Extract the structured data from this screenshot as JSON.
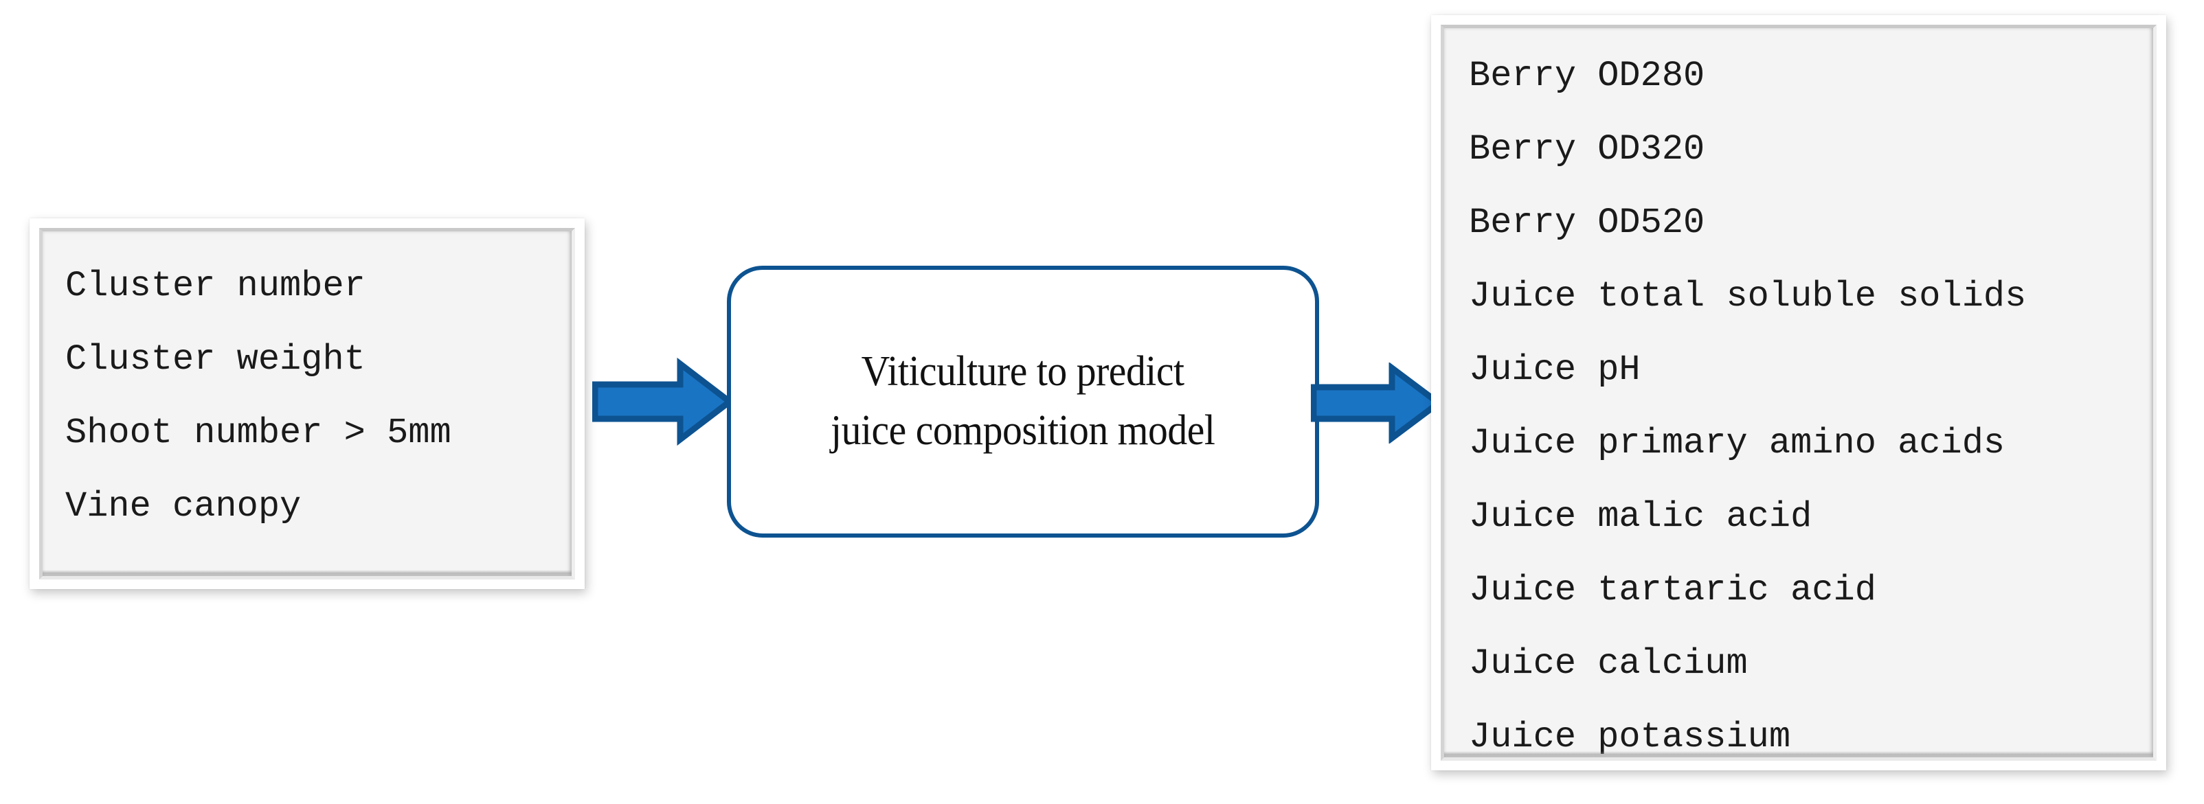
{
  "diagram": {
    "type": "flow-diagram",
    "orientation": "left-to-right",
    "background_color": "#ffffff",
    "accent_color": "#1a74c4",
    "accent_outline_color": "#0d5391",
    "box_fill_color": "#f4f4f4"
  },
  "input_box": {
    "name": "viticulture-input-variables",
    "items": [
      "Cluster number",
      "Cluster weight",
      "Shoot number > 5mm",
      "Vine canopy"
    ]
  },
  "process_node": {
    "name": "viticulture-juice-composition-model",
    "lines": [
      "Viticulture to predict",
      "juice composition model"
    ]
  },
  "output_box": {
    "name": "juice-composition-output-variables",
    "items": [
      "Berry OD280",
      "Berry OD320",
      "Berry OD520",
      "Juice total soluble solids",
      "Juice pH",
      "Juice primary amino acids",
      "Juice malic acid",
      "Juice tartaric acid",
      "Juice calcium",
      "Juice potassium"
    ]
  },
  "arrows": [
    {
      "name": "arrow-input-to-model",
      "direction": "right"
    },
    {
      "name": "arrow-model-to-output",
      "direction": "right"
    }
  ]
}
